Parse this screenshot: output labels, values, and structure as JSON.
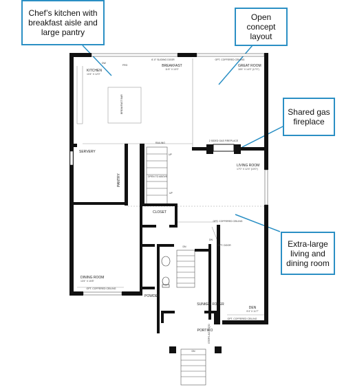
{
  "callouts": {
    "kitchen": "Chef’s kitchen with breakfast aisle and large pantry",
    "open_concept": "Open concept layout",
    "fireplace": "Shared gas fireplace",
    "living_dining": "Extra-large living and dining room"
  },
  "rooms": {
    "kitchen": "KITCHEN",
    "kitchen_dim": "10'4\" X 12'0\"",
    "breakfast": "BREAKFAST",
    "breakfast_dim": "11'6\" X 10'0\"",
    "great_room": "GREAT ROOM",
    "great_room_dim": "18'4\" X 14'0\" (17'0\")",
    "servery": "SERVERY",
    "pantry": "PANTRY",
    "living_room": "LIVING ROOM",
    "living_room_dim": "17'0\" X 12'4\" (10'0\")",
    "closet": "CLOSET",
    "dining_room": "DINING ROOM",
    "dining_room_dim": "13'4\" X 15'8\"",
    "powder": "POWDER",
    "sunken_foyer": "SUNKEN FOYER",
    "den": "DEN",
    "den_dim": "9'4\" X 11'7\"",
    "portico": "PORTICO"
  },
  "labels": {
    "sliding_door": "6'-0\" SLIDING DOOR",
    "opt_coffered_top": "OPT. COFFERED CEILING",
    "opt_coffered_mid": "OPT. COFFERED CEILING",
    "opt_coffered_dining": "OPT. COFFERED CEILING",
    "opt_coffered_den": "OPT. COFFERED CEILING",
    "sided_fireplace": "2 SIDED GAS FIREPLACE",
    "railing": "RAILING",
    "open_above": "OPEN TO ABOVE",
    "breakfast_bar": "BREAKFAST BAR",
    "opt_door": "OPT. DOOR",
    "up_1": "UP",
    "up_2": "UP",
    "dn_1": "DN",
    "dn_2": "DN",
    "dn_3": "DN",
    "steps": "STEPS AS REQ'D",
    "dw": "DW",
    "frg": "FRG"
  },
  "colors": {
    "callout_border": "#2a8fc4",
    "wall": "#111111"
  }
}
